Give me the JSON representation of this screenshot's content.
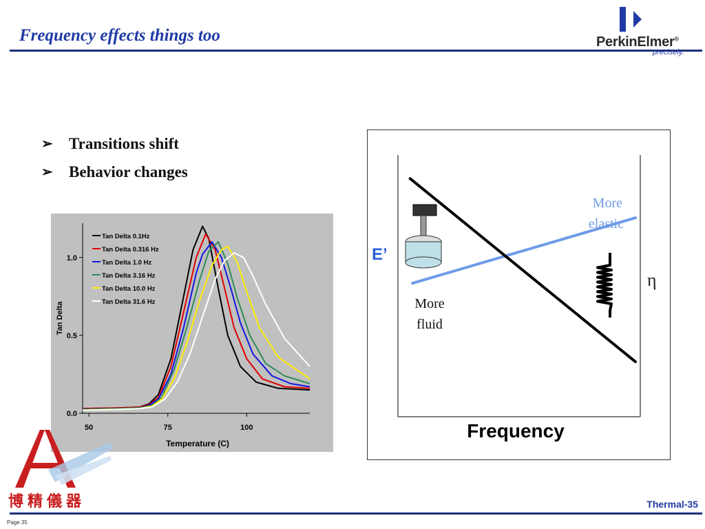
{
  "slide": {
    "title": "Frequency effects things too",
    "bullets": [
      "Transitions shift",
      "Behavior changes"
    ],
    "bullet_marker": "➢",
    "footer_right": "Thermal-35",
    "footer_left": "Page 35",
    "brand": {
      "name_a": "Perkin",
      "name_b": "Elmer",
      "reg": "®",
      "tagline": "precisely.",
      "color": "#1f3aa6"
    },
    "corner_logo_text": "博精儀器",
    "accent": "#1f3aa6",
    "rule_color": "#1c2e7a"
  },
  "chart_data": [
    {
      "type": "line",
      "title": "",
      "xlabel": "Temperature (C)",
      "ylabel": "Tan Delta",
      "xlim": [
        48,
        120
      ],
      "ylim": [
        0,
        1.22
      ],
      "xticks": [
        50,
        75,
        100
      ],
      "yticks": [
        0.0,
        0.5,
        1.0
      ],
      "ytick_labels": [
        "0.0",
        "0.5",
        "1.0"
      ],
      "legend_position": "top-left",
      "grid": false,
      "background": "#c0c0c0",
      "series": [
        {
          "name": "Tan Delta 0.1Hz",
          "color": "#000000",
          "x": [
            48,
            60,
            66,
            69,
            72,
            76,
            80,
            83,
            86,
            88,
            91,
            94,
            98,
            103,
            110,
            120
          ],
          "y": [
            0.03,
            0.035,
            0.04,
            0.06,
            0.12,
            0.35,
            0.75,
            1.05,
            1.2,
            1.12,
            0.8,
            0.5,
            0.3,
            0.2,
            0.16,
            0.15
          ]
        },
        {
          "name": "Tan Delta 0.316 Hz",
          "color": "#e00000",
          "x": [
            48,
            60,
            66,
            69,
            72,
            76,
            80,
            84,
            87,
            90,
            93,
            96,
            100,
            105,
            112,
            120
          ],
          "y": [
            0.03,
            0.034,
            0.04,
            0.055,
            0.1,
            0.3,
            0.65,
            1.0,
            1.15,
            1.05,
            0.8,
            0.55,
            0.35,
            0.22,
            0.17,
            0.16
          ]
        },
        {
          "name": "Tan Delta 1.0 Hz",
          "color": "#1414e0",
          "x": [
            48,
            60,
            66,
            69,
            72,
            76,
            80,
            84,
            86,
            89,
            92,
            95,
            98,
            102,
            108,
            114,
            120
          ],
          "y": [
            0.025,
            0.03,
            0.035,
            0.05,
            0.09,
            0.25,
            0.55,
            0.9,
            1.02,
            1.1,
            1.0,
            0.8,
            0.58,
            0.38,
            0.24,
            0.19,
            0.17
          ]
        },
        {
          "name": "Tan Delta 3.16 Hz",
          "color": "#2e8b57",
          "x": [
            48,
            60,
            66,
            70,
            73,
            77,
            81,
            85,
            88,
            91,
            94,
            97,
            101,
            106,
            112,
            120
          ],
          "y": [
            0.025,
            0.03,
            0.035,
            0.05,
            0.1,
            0.28,
            0.55,
            0.85,
            1.04,
            1.1,
            0.96,
            0.74,
            0.5,
            0.32,
            0.24,
            0.19
          ]
        },
        {
          "name": "Tan Delta 10.0 Hz",
          "color": "#ffee00",
          "x": [
            48,
            60,
            66,
            70,
            73,
            77,
            81,
            85,
            89,
            92,
            94,
            97,
            100,
            104,
            110,
            120
          ],
          "y": [
            0.02,
            0.025,
            0.03,
            0.045,
            0.09,
            0.22,
            0.45,
            0.72,
            0.95,
            1.05,
            1.07,
            0.97,
            0.78,
            0.55,
            0.36,
            0.22
          ]
        },
        {
          "name": "Tan Delta 31.6 Hz",
          "color": "#ffffff",
          "x": [
            48,
            60,
            66,
            70,
            74,
            78,
            82,
            86,
            90,
            93,
            96,
            99,
            102,
            106,
            112,
            120
          ],
          "y": [
            0.02,
            0.025,
            0.03,
            0.04,
            0.09,
            0.2,
            0.38,
            0.62,
            0.86,
            0.98,
            1.03,
            1.0,
            0.88,
            0.7,
            0.48,
            0.3
          ]
        }
      ]
    },
    {
      "type": "line",
      "title": "",
      "xlabel": "Frequency",
      "ylabel_left": "E’",
      "ylabel_right": "η",
      "annotations": {
        "elastic": "More elastic",
        "fluid": "More fluid"
      },
      "xlim": [
        0,
        1
      ],
      "ylim": [
        0,
        1
      ],
      "series": [
        {
          "name": "E’",
          "color": "#6f9be8",
          "x": [
            0.06,
            0.98
          ],
          "y": [
            0.51,
            0.76
          ]
        },
        {
          "name": "η",
          "color": "#000000",
          "x": [
            0.05,
            0.98
          ],
          "y": [
            0.91,
            0.21
          ]
        }
      ],
      "label_colors": {
        "E": "#2a5fd8",
        "eta": "#222222",
        "elastic": "#6f9be8",
        "fluid": "#111111"
      }
    }
  ]
}
